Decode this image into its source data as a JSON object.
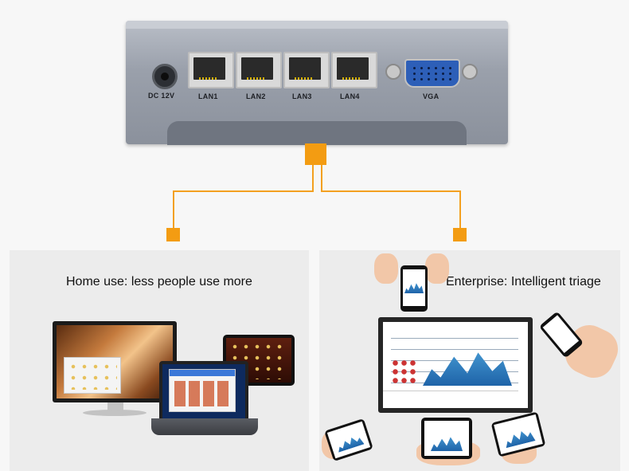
{
  "device": {
    "ports": {
      "dc": "DC 12V",
      "lan1": "LAN1",
      "lan2": "LAN2",
      "lan3": "LAN3",
      "lan4": "LAN4",
      "vga": "VGA"
    }
  },
  "left_panel": {
    "caption": "Home use: less people use more"
  },
  "right_panel": {
    "caption": "Enterprise: Intelligent triage"
  },
  "colors": {
    "connector": "#f39c12",
    "vga_port": "#2d5fb8",
    "panel_bg": "#ececec"
  }
}
